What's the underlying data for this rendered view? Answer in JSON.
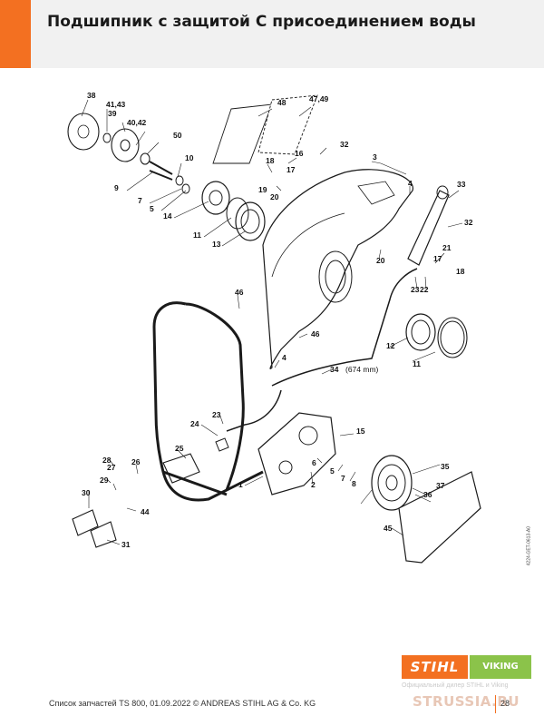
{
  "header": {
    "title": "Подшипник с защитой С присоединением воды",
    "accent_color": "#f37021"
  },
  "diagram": {
    "callouts": [
      "38",
      "41,43",
      "39",
      "40,42",
      "50",
      "10",
      "9",
      "7",
      "5",
      "14",
      "11",
      "13",
      "48",
      "47,49",
      "32",
      "18",
      "16",
      "17",
      "19",
      "20",
      "3",
      "4",
      "33",
      "32",
      "21",
      "20",
      "17",
      "18",
      "22",
      "23",
      "46",
      "46",
      "12",
      "11",
      "4",
      "34",
      "(674 mm)",
      "23",
      "24",
      "15",
      "25",
      "28",
      "27",
      "26",
      "29",
      "30",
      "44",
      "31",
      "1",
      "2",
      "6",
      "5",
      "7",
      "8",
      "35",
      "36",
      "37",
      "45"
    ],
    "reference_code": "4224-GET-0613-A0"
  },
  "footer": {
    "text": "Список запчастей TS 800, 01.09.2022 © ANDREAS STIHL AG & Co. KG",
    "page_number": "28"
  },
  "branding": {
    "stihl_logo": "STIHL",
    "viking_logo": "VIKING",
    "dealer_text": "Официальный дилер STIHL и Viking",
    "watermark": "STRUSSIA.RU"
  }
}
